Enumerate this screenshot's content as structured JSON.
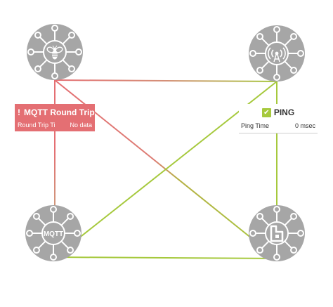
{
  "colors": {
    "node": "#a6a6a6",
    "alert_link": "#e46f73",
    "ok_link": "#a6c93d"
  },
  "nodes": [
    {
      "id": "n1",
      "icon": "bee-icon",
      "label": ""
    },
    {
      "id": "n2",
      "icon": "wireless-signal-icon",
      "label": ""
    },
    {
      "id": "n3",
      "icon": "mqtt-icon",
      "label": "MQTT"
    },
    {
      "id": "n4",
      "icon": "b-logo-icon",
      "label": ""
    }
  ],
  "links": [
    {
      "from": "n1",
      "to": "n2",
      "status": "alert"
    },
    {
      "from": "n1",
      "to": "n3",
      "status": "alert"
    },
    {
      "from": "n1",
      "to": "n4",
      "status": "alert"
    },
    {
      "from": "n2",
      "to": "n3",
      "status": "ok"
    },
    {
      "from": "n2",
      "to": "n4",
      "status": "ok"
    },
    {
      "from": "n3",
      "to": "n4",
      "status": "ok"
    }
  ],
  "cards": {
    "mqtt": {
      "badge": "!",
      "title": "MQTT Round Trip",
      "metric_label": "Round Trip Ti",
      "metric_value": "No data"
    },
    "ping": {
      "badge": "✔",
      "title": "PING",
      "metric_label": "Ping Time",
      "metric_value": "0 msec"
    }
  }
}
